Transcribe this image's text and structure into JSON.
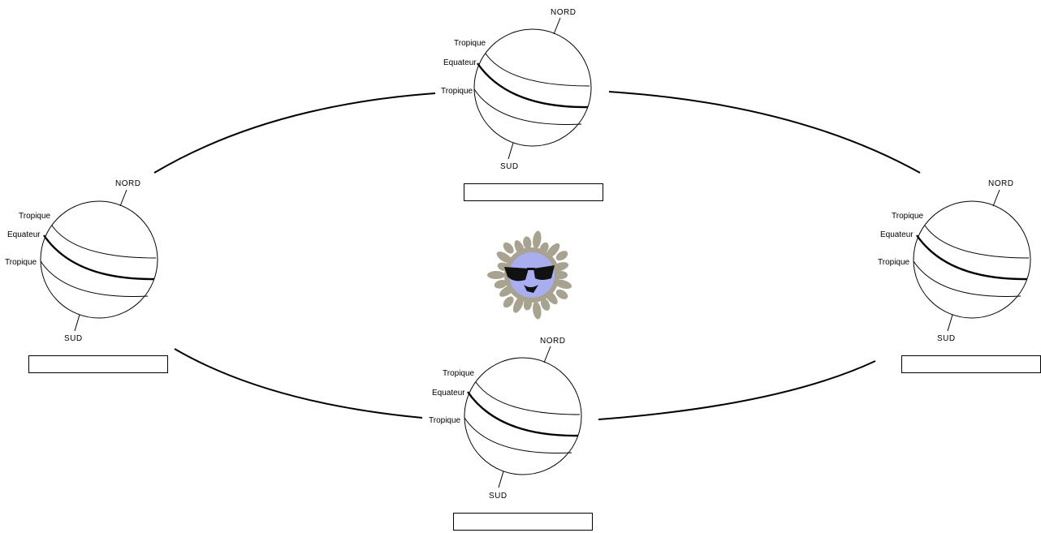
{
  "globes": [
    {
      "id": "top",
      "north_label": "NORD",
      "south_label": "SUD",
      "tropic_north_label": "Tropique",
      "equator_label": "Equateur",
      "tropic_south_label": "Tropique",
      "answer": ""
    },
    {
      "id": "left",
      "north_label": "NORD",
      "south_label": "SUD",
      "tropic_north_label": "Tropique",
      "equator_label": "Equateur",
      "tropic_south_label": "Tropique",
      "answer": ""
    },
    {
      "id": "right",
      "north_label": "NORD",
      "south_label": "SUD",
      "tropic_north_label": "Tropique",
      "equator_label": "Equateur",
      "tropic_south_label": "Tropique",
      "answer": ""
    },
    {
      "id": "bottom",
      "north_label": "NORD",
      "south_label": "SUD",
      "tropic_north_label": "Tropique",
      "equator_label": "Equateur",
      "tropic_south_label": "Tropique",
      "answer": ""
    }
  ],
  "sun": {
    "icon": "sun-with-sunglasses-icon",
    "face_color": "#a9aef0",
    "ray_color": "#a8a290"
  }
}
